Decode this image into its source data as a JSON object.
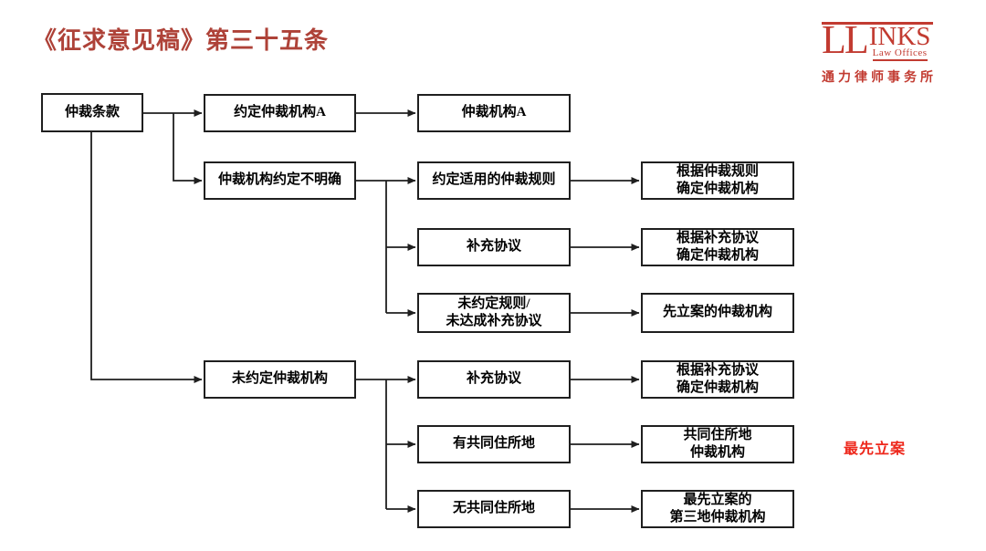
{
  "header": {
    "title": "《征求意见稿》第三十五条"
  },
  "logo": {
    "wordmark_ll": "LL",
    "wordmark_inks": "INKS",
    "subtitle": "Law Offices",
    "chinese_name": "通力律师事务所"
  },
  "annotation": {
    "label": "最先立案"
  },
  "colors": {
    "title_red": "#ae4238",
    "logo_red": "#c23b31",
    "annotation_red": "#ee281c",
    "line_black": "#1f1f1f"
  },
  "nodes": {
    "arbitration_clause": {
      "label": "仲裁条款"
    },
    "agreed_institution_a": {
      "label": "约定仲裁机构A"
    },
    "institution_a": {
      "label": "仲裁机构A"
    },
    "unclear_institution": {
      "label": "仲裁机构约定不明确"
    },
    "agreed_rules": {
      "label": "约定适用的仲裁规则"
    },
    "determine_by_rules": {
      "label": "根据仲裁规则\n确定仲裁机构"
    },
    "supplementary_agreement_1": {
      "label": "补充协议"
    },
    "determine_by_supplementary_1": {
      "label": "根据补充协议\n确定仲裁机构"
    },
    "no_rules_no_supplementary": {
      "label": "未约定规则/\n未达成补充协议"
    },
    "first_filed_institution": {
      "label": "先立案的仲裁机构"
    },
    "no_agreed_institution": {
      "label": "未约定仲裁机构"
    },
    "supplementary_agreement_2": {
      "label": "补充协议"
    },
    "determine_by_supplementary_2": {
      "label": "根据补充协议\n确定仲裁机构"
    },
    "common_domicile": {
      "label": "有共同住所地"
    },
    "common_domicile_institution": {
      "label": "共同住所地\n仲裁机构"
    },
    "no_common_domicile": {
      "label": "无共同住所地"
    },
    "third_place_first_filed": {
      "label": "最先立案的\n第三地仲裁机构"
    }
  },
  "edges": [
    {
      "from": "arbitration_clause",
      "to": "agreed_institution_a"
    },
    {
      "from": "arbitration_clause",
      "to": "unclear_institution"
    },
    {
      "from": "arbitration_clause",
      "to": "no_agreed_institution"
    },
    {
      "from": "agreed_institution_a",
      "to": "institution_a"
    },
    {
      "from": "unclear_institution",
      "to": "agreed_rules"
    },
    {
      "from": "unclear_institution",
      "to": "supplementary_agreement_1"
    },
    {
      "from": "unclear_institution",
      "to": "no_rules_no_supplementary"
    },
    {
      "from": "agreed_rules",
      "to": "determine_by_rules"
    },
    {
      "from": "supplementary_agreement_1",
      "to": "determine_by_supplementary_1"
    },
    {
      "from": "no_rules_no_supplementary",
      "to": "first_filed_institution"
    },
    {
      "from": "no_agreed_institution",
      "to": "supplementary_agreement_2"
    },
    {
      "from": "no_agreed_institution",
      "to": "common_domicile"
    },
    {
      "from": "no_agreed_institution",
      "to": "no_common_domicile"
    },
    {
      "from": "supplementary_agreement_2",
      "to": "determine_by_supplementary_2"
    },
    {
      "from": "common_domicile",
      "to": "common_domicile_institution"
    },
    {
      "from": "no_common_domicile",
      "to": "third_place_first_filed"
    }
  ]
}
